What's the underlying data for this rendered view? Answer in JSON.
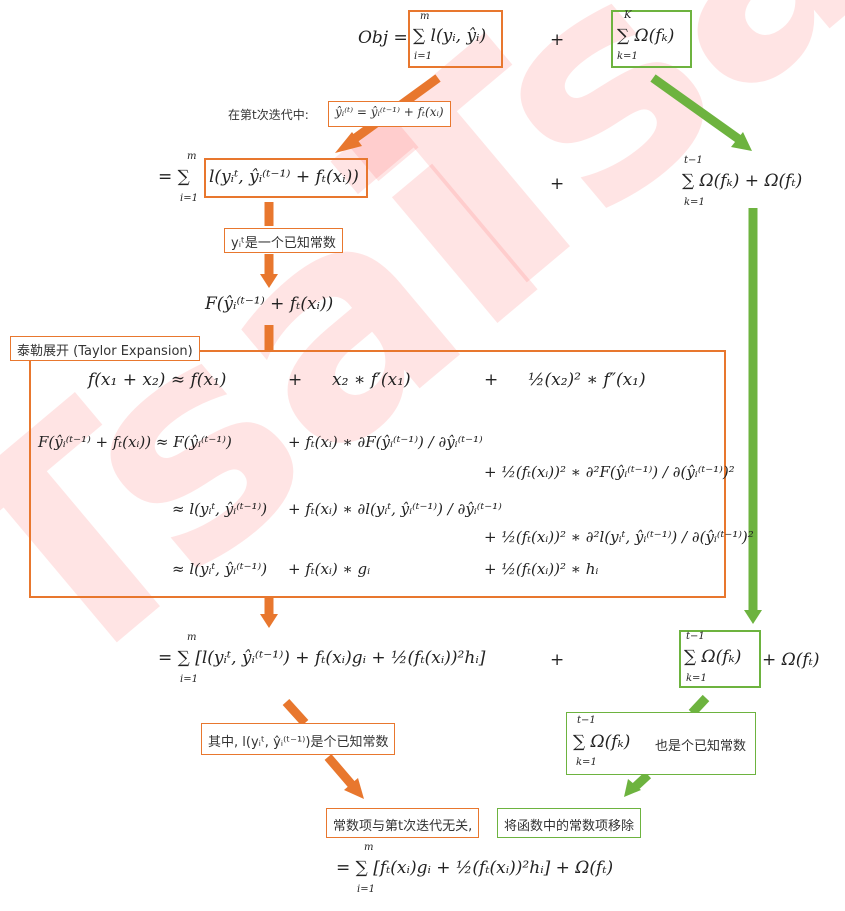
{
  "watermark": "Tsai",
  "top": {
    "obj": "Obj =",
    "loss_sum": "∑ l(yᵢ, ŷᵢ)",
    "loss_sum_top": "m",
    "loss_sum_bottom": "i=1",
    "plus": "+",
    "reg_sum": "∑ Ω(fₖ)",
    "reg_sum_top": "K",
    "reg_sum_bottom": "k=1"
  },
  "iter_note": {
    "label": "在第t次迭代中:",
    "formula": "ŷᵢ⁽ᵗ⁾ = ŷᵢ⁽ᵗ⁻¹⁾ + fₜ(xᵢ)"
  },
  "step1": {
    "eq": "= ∑",
    "sum_top": "m",
    "sum_bottom": "i=1",
    "loss_term": "l(yᵢᵗ, ŷᵢ⁽ᵗ⁻¹⁾ + fₜ(xᵢ))",
    "plus": "+",
    "reg": "∑ Ω(fₖ) + Ω(fₜ)",
    "reg_top": "t−1",
    "reg_bottom": "k=1"
  },
  "const_note": "yᵢᵗ是一个已知常数",
  "F_term": "F(ŷᵢ⁽ᵗ⁻¹⁾ + fₜ(xᵢ))",
  "taylor": {
    "title": "泰勒展开 (Taylor Expansion)",
    "row1": {
      "lhs": "f(x₁ + x₂) ≈ f(x₁)",
      "plus1": "+",
      "t1": "x₂ ∗ f′(x₁)",
      "plus2": "+",
      "t2": "½(x₂)² ∗ f″(x₁)"
    },
    "row2": {
      "lhs": "F(ŷᵢ⁽ᵗ⁻¹⁾ + fₜ(xᵢ)) ≈ F(ŷᵢ⁽ᵗ⁻¹⁾)",
      "t1": "+ fₜ(xᵢ) ∗ ∂F(ŷᵢ⁽ᵗ⁻¹⁾) / ∂ŷᵢ⁽ᵗ⁻¹⁾",
      "t2": "+ ½(fₜ(xᵢ))² ∗ ∂²F(ŷᵢ⁽ᵗ⁻¹⁾) / ∂(ŷᵢ⁽ᵗ⁻¹⁾)²"
    },
    "row3": {
      "lhs": "≈ l(yᵢᵗ, ŷᵢ⁽ᵗ⁻¹⁾)",
      "t1": "+ fₜ(xᵢ) ∗ ∂l(yᵢᵗ, ŷᵢ⁽ᵗ⁻¹⁾) / ∂ŷᵢ⁽ᵗ⁻¹⁾",
      "t2": "+ ½(fₜ(xᵢ))² ∗ ∂²l(yᵢᵗ, ŷᵢ⁽ᵗ⁻¹⁾) / ∂(ŷᵢ⁽ᵗ⁻¹⁾)²"
    },
    "row4": {
      "lhs": "≈ l(yᵢᵗ, ŷᵢ⁽ᵗ⁻¹⁾)",
      "t1": "+ fₜ(xᵢ) ∗ gᵢ",
      "t2": "+ ½(fₜ(xᵢ))² ∗ hᵢ"
    }
  },
  "step2": {
    "eq": "= ∑ [l(yᵢᵗ, ŷᵢ⁽ᵗ⁻¹⁾) + fₜ(xᵢ)gᵢ + ½(fₜ(xᵢ))²hᵢ]",
    "sum_top": "m",
    "sum_bottom": "i=1",
    "plus": "+",
    "reg_box": "∑ Ω(fₖ)",
    "reg_top": "t−1",
    "reg_bottom": "k=1",
    "reg_rest": "+ Ω(fₜ)"
  },
  "note_left": "其中, l(yᵢᵗ, ŷᵢ⁽ᵗ⁻¹⁾)是个已知常数",
  "note_right": {
    "formula": "∑ Ω(fₖ)",
    "top": "t−1",
    "bottom": "k=1",
    "text": "也是个已知常数"
  },
  "bottom_note": {
    "left": "常数项与第t次迭代无关,",
    "right": "将函数中的常数项移除"
  },
  "final": {
    "eq": "= ∑ [fₜ(xᵢ)gᵢ + ½(fₜ(xᵢ))²hᵢ] + Ω(fₜ)",
    "sum_top": "m",
    "sum_bottom": "i=1"
  }
}
